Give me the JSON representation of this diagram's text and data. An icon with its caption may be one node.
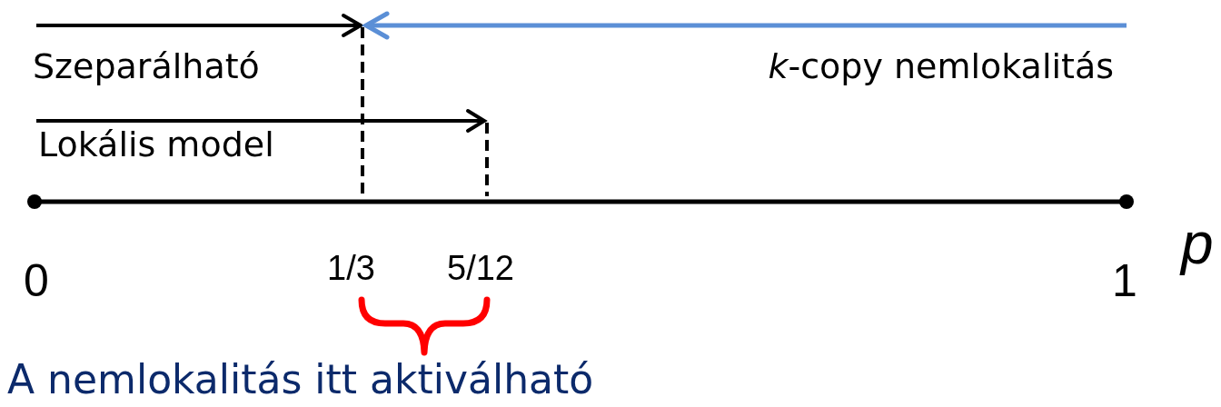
{
  "diagram": {
    "labels": [
      "Szeparálható",
      "*k*-copy nemlokalitás",
      "Lokális model",
      "0",
      "1/3",
      "5/12",
      "1",
      "p",
      "A nemlokalitás itt aktiválható"
    ]
  }
}
